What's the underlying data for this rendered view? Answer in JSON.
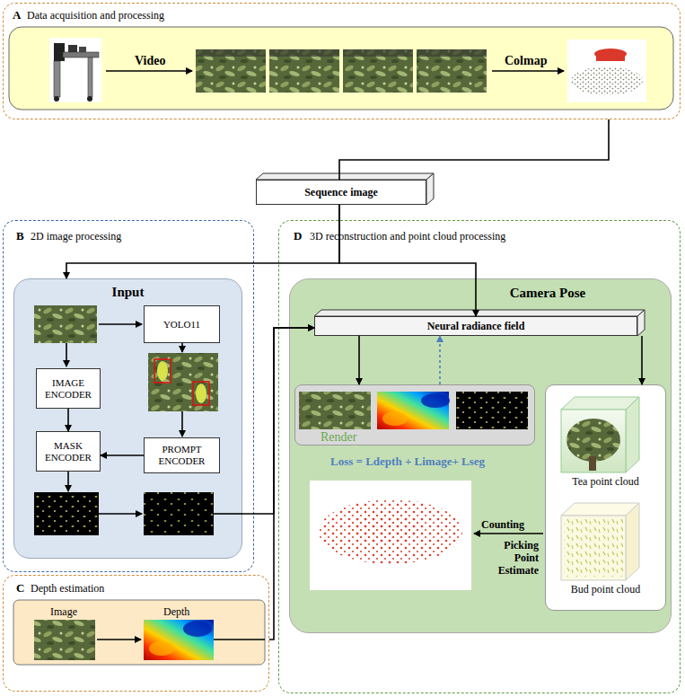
{
  "diagram": {
    "nodes": [
      {
        "text": [
          "A",
          "Data acquisition and processing"
        ]
      },
      {
        "text": [
          "Sequence image"
        ]
      },
      {
        "text": [
          "B",
          "2D image processing"
        ]
      },
      {
        "text": [
          "Input"
        ],
        "in": 2
      },
      {
        "text": [
          "YOLO11"
        ],
        "in": 3
      },
      {
        "text": [
          "IMAGE ENCODER"
        ],
        "in": 3
      },
      {
        "text": [
          "MASK ENCODER"
        ],
        "in": 3
      },
      {
        "text": [
          "PROMPT ENCODER"
        ],
        "in": 3
      },
      {
        "text": [
          "C",
          "Depth estimation"
        ]
      },
      {
        "text": [
          "D",
          "3D reconstruction and point cloud processing"
        ]
      },
      {
        "text": [
          "Camera Pose"
        ],
        "in": 9
      },
      {
        "text": [
          "Neural radiance field"
        ],
        "in": 10
      },
      {
        "text": [
          "Render"
        ],
        "in": 10
      },
      {
        "text": [
          "Tea point cloud",
          "Bud point cloud"
        ],
        "in": 10
      }
    ],
    "edges": [
      {
        "from": 0,
        "to": 1,
        "arrow": "none"
      },
      {
        "from": 1,
        "to": 3,
        "arrow": "to"
      },
      {
        "from": 1,
        "to": 11,
        "arrow": "to"
      },
      {
        "from": 5,
        "to": 6,
        "arrow": "to"
      },
      {
        "from": 7,
        "to": 6,
        "arrow": "to"
      },
      {
        "from": 3,
        "to": 11,
        "arrow": "to"
      },
      {
        "from": 8,
        "to": 11,
        "arrow": "to"
      },
      {
        "from": 11,
        "to": 12,
        "arrow": "to"
      },
      {
        "from": 12,
        "to": 11,
        "arrow": "to"
      },
      {
        "from": 11,
        "to": 13,
        "arrow": "to"
      }
    ],
    "labels": [
      "Video",
      "Colmap",
      "Image",
      "Depth",
      "Loss = Ldepth + Limage+ Lseg",
      "Counting",
      "Picking Point Estimate"
    ]
  }
}
